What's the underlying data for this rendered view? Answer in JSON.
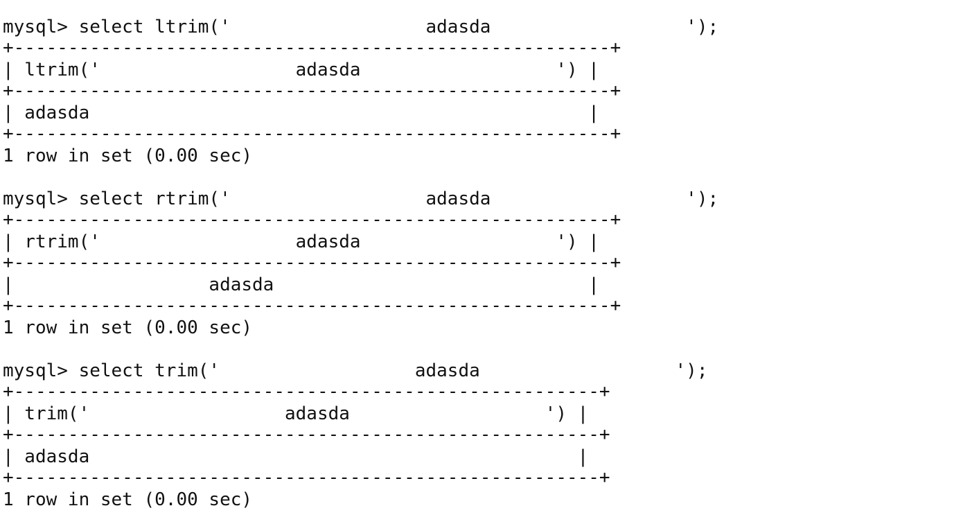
{
  "terminal": {
    "lines": [
      "mysql> select ltrim('                  adasda                  ');",
      "+-------------------------------------------------------+",
      "| ltrim('                  adasda                  ') |",
      "+-------------------------------------------------------+",
      "| adasda                                              |",
      "+-------------------------------------------------------+",
      "1 row in set (0.00 sec)",
      "mysql> select rtrim('                  adasda                  ');",
      "+-------------------------------------------------------+",
      "| rtrim('                  adasda                  ') |",
      "+-------------------------------------------------------+",
      "|                  adasda                             |",
      "+-------------------------------------------------------+",
      "1 row in set (0.00 sec)",
      "mysql> select trim('                  adasda                  ');",
      "+------------------------------------------------------+",
      "| trim('                  adasda                  ') |",
      "+------------------------------------------------------+",
      "| adasda                                             |",
      "+------------------------------------------------------+",
      "1 row in set (0.00 sec)"
    ]
  }
}
